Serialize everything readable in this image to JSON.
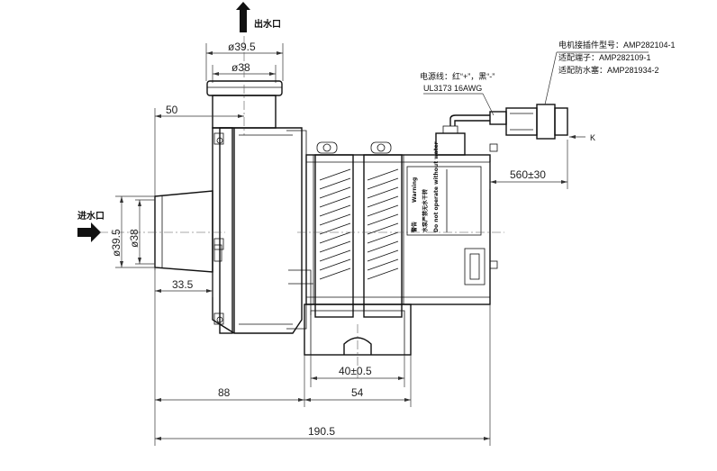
{
  "outlet_label": "出水口",
  "inlet_label": "进水口",
  "dims": {
    "outlet_outer_dia": "ø39.5",
    "outlet_inner_dia": "ø38",
    "outlet_offset": "50",
    "inlet_outer_dia": "ø39.5",
    "inlet_inner_dia": "ø38",
    "inlet_offset": "33.5",
    "cable_length": "560±30",
    "mount_slot": "40±0.5",
    "bracket_width": "54",
    "inlet_to_bracket": "88",
    "overall_length": "190.5"
  },
  "connector": {
    "model": "电机接插件型号：AMP282104-1",
    "terminal": "适配端子：AMP282109-1",
    "seal": "适配防水塞：AMP281934-2"
  },
  "cable": {
    "spec": "电源线：红“+”，黑“-”",
    "wire": "UL3173 16AWG"
  },
  "view_marker": "K",
  "warning_label": {
    "title": "警告",
    "title_en": "Warning",
    "line1": "水泵严禁无水干转",
    "line2": "Do not operate without water"
  }
}
